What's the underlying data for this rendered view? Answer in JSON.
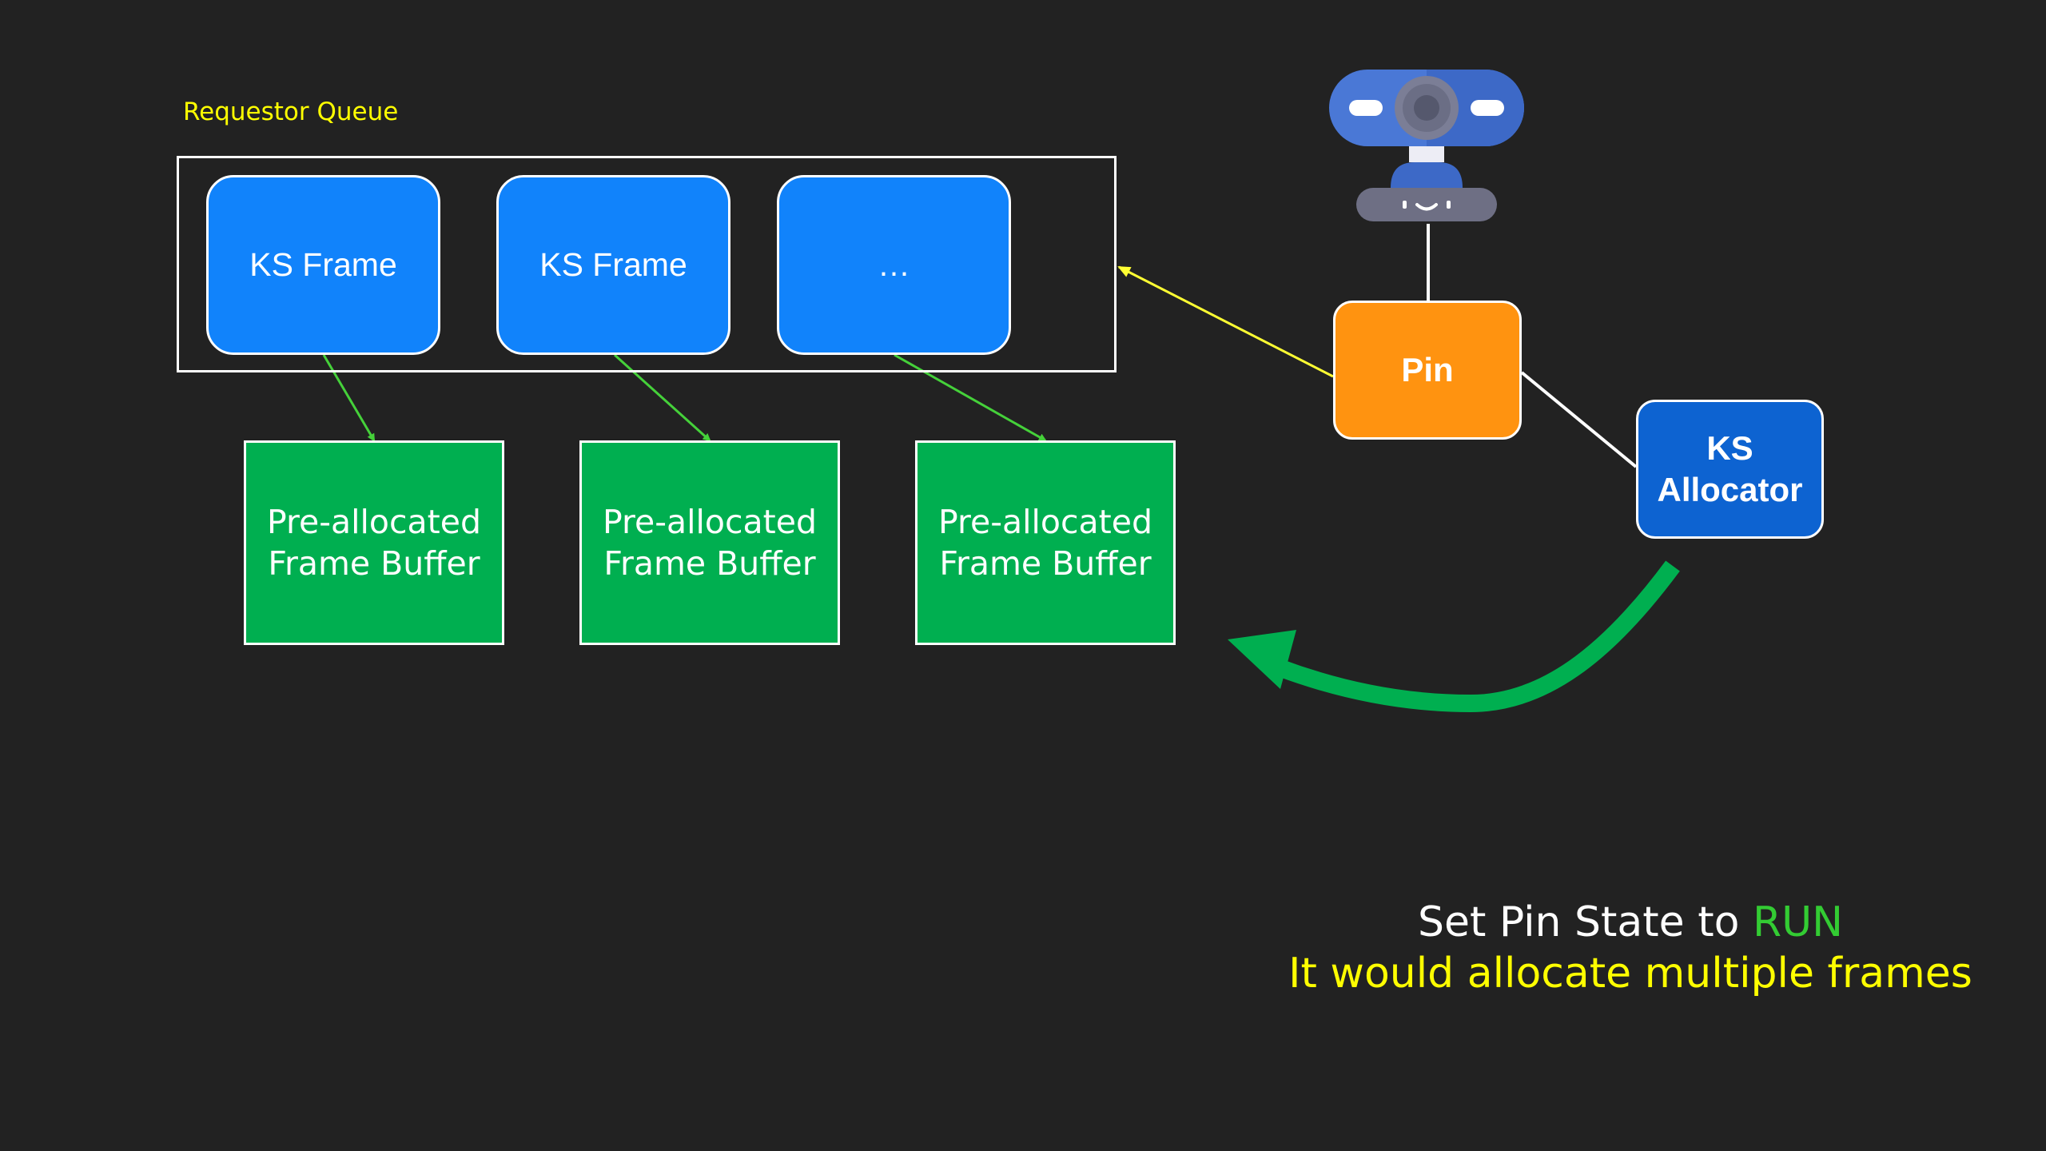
{
  "requestor_queue": {
    "label": "Requestor Queue",
    "frames": [
      "KS Frame",
      "KS Frame",
      "…"
    ]
  },
  "frame_buffers": [
    {
      "line1": "Pre-allocated",
      "line2": "Frame Buffer"
    },
    {
      "line1": "Pre-allocated",
      "line2": "Frame Buffer"
    },
    {
      "line1": "Pre-allocated",
      "line2": "Frame Buffer"
    }
  ],
  "pin": {
    "label": "Pin"
  },
  "ks_allocator": {
    "line1": "KS",
    "line2": "Allocator"
  },
  "webcam_icon": "webcam-icon",
  "caption": {
    "line1_prefix": "Set Pin State to ",
    "line1_highlight": "RUN",
    "line2": "It would allocate multiple frames"
  },
  "colors": {
    "background": "#222222",
    "ks_frame": "#1183FB",
    "frame_buffer": "#00AF50",
    "pin": "#FF9310",
    "ks_allocator": "#0D63D1",
    "highlight_green": "#33CC33",
    "highlight_yellow": "#FFFF00"
  }
}
